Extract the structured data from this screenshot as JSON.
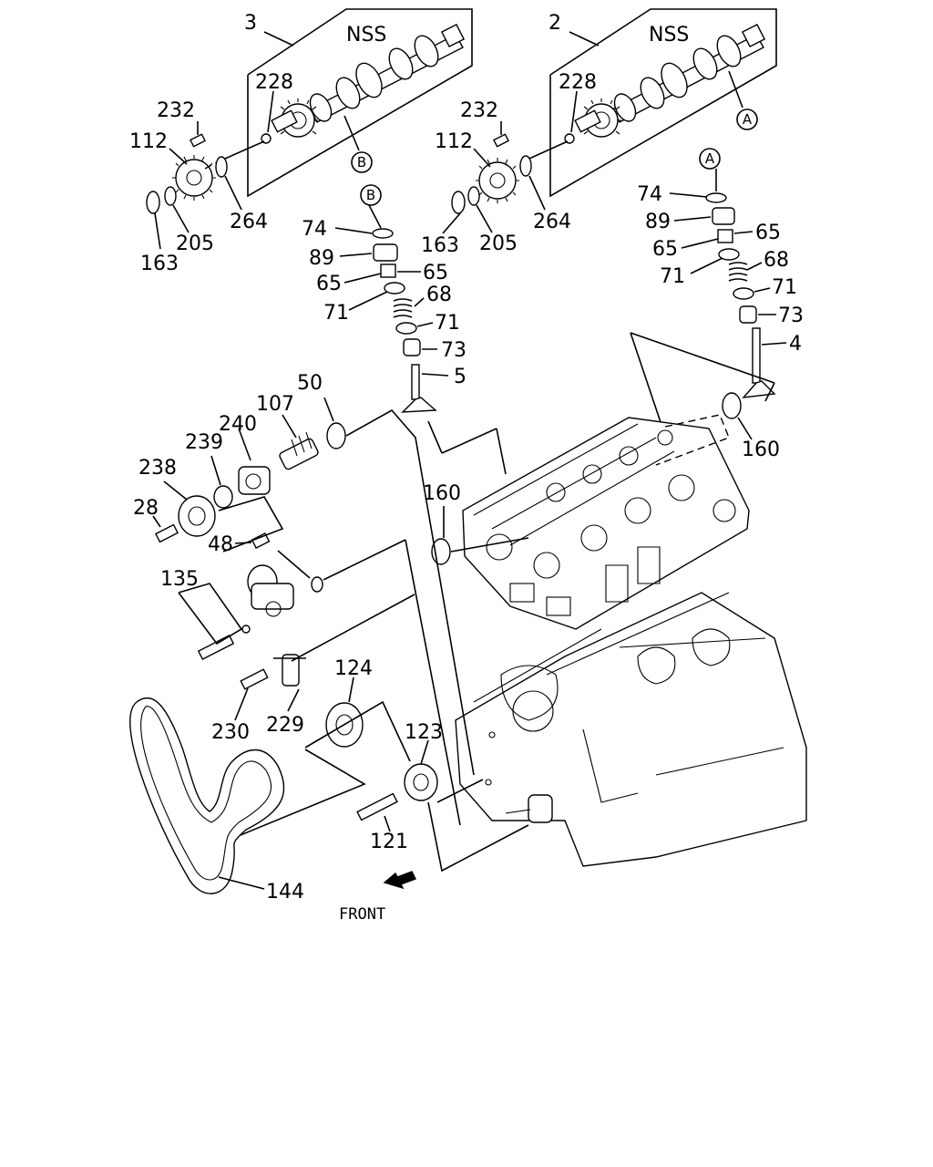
{
  "diagram": {
    "labels": {
      "asm_left_3": "3",
      "asm_right_2": "2",
      "nss_left": "NSS",
      "nss_right": "NSS",
      "l_228": "228",
      "l_232": "232",
      "l_112": "112",
      "l_264": "264",
      "l_205": "205",
      "l_163": "163",
      "r_228": "228",
      "r_232": "232",
      "r_112": "112",
      "r_264": "264",
      "r_205": "205",
      "r_163": "163",
      "mid_74": "74",
      "mid_89": "89",
      "mid_65a": "65",
      "mid_65b": "65",
      "mid_71a": "71",
      "mid_68": "68",
      "mid_71b": "71",
      "mid_73": "73",
      "mid_5": "5",
      "rv_74": "74",
      "rv_89": "89",
      "rv_65a": "65",
      "rv_65b": "65",
      "rv_68": "68",
      "rv_71a": "71",
      "rv_71b": "71",
      "rv_73": "73",
      "rv_4": "4",
      "seal_160_left": "160",
      "seal_160_right": "160",
      "p_50": "50",
      "p_107": "107",
      "p_240": "240",
      "p_239": "239",
      "p_238": "238",
      "p_28": "28",
      "p_48": "48",
      "p_135": "135",
      "p_124": "124",
      "p_230": "230",
      "p_229": "229",
      "p_123": "123",
      "p_121": "121",
      "p_144": "144",
      "front": "FRONT"
    },
    "callouts": {
      "a_right_cam": "A",
      "a_right_valve": "A",
      "b_left_cam": "B",
      "b_mid_valve": "B"
    }
  }
}
